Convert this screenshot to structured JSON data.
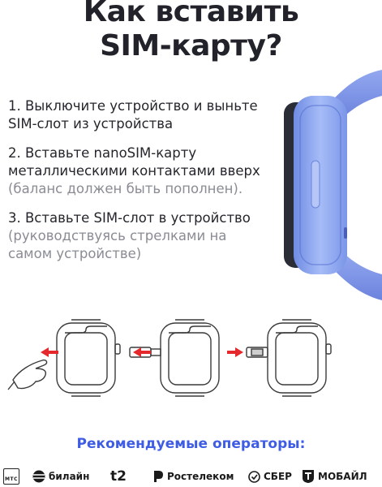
{
  "title": {
    "line1": "Как вставить",
    "line2": "SIM-карту?"
  },
  "steps": [
    {
      "main": "1. Выключите устройство и выньте SIM-слот из устройства",
      "muted": ""
    },
    {
      "main": "2. Вставьте nanoSIM-карту металлическими контактами вверх",
      "muted": " (баланс должен быть пополнен)."
    },
    {
      "main": "3. Вставьте SIM-слот в устройство",
      "muted": " (руководствуясь стрелками на самом устройстве)"
    }
  ],
  "operators": {
    "title": "Рекомендуемые операторы:",
    "logos": {
      "mts": "МТС",
      "beeline": "билайн",
      "t2": "t2",
      "rostelecom": "Ростелеком",
      "sber": "СБЕР",
      "tmobile": "МОБАЙЛ"
    }
  },
  "colors": {
    "accent": "#3f5de4",
    "strap": "#7d93e6",
    "watch_body": "#8aa6f0",
    "arrow": "#e4282b",
    "text": "#25262c",
    "muted": "#8a8c94"
  },
  "icons": [
    "watch-photo",
    "watch-outline-icon",
    "red-arrow-icon",
    "sim-tray-icon",
    "hand-pointer-icon",
    "beeline-stripes-icon",
    "rostelecom-logo-icon",
    "sber-check-icon",
    "t-shield-icon"
  ]
}
